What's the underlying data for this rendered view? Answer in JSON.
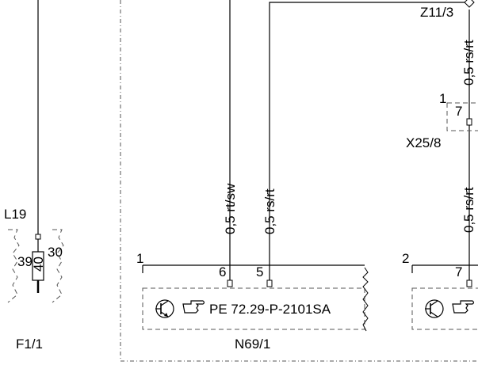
{
  "fuse": {
    "wire_label": "L19",
    "pin_left": "39",
    "pin_right": "30",
    "rating": "40",
    "designation": "F1/1"
  },
  "module": {
    "designation": "N69/1",
    "part_number": "PE 72.29-P-2101SA",
    "block_pin": "1",
    "pin_a": "6",
    "pin_b": "5",
    "wire_a": "0,5 rt/sw",
    "wire_b": "0,5 rs/rt",
    "relay_icon": "hand-pointing-icon",
    "transistor_icon": "transistor-icon"
  },
  "right_module": {
    "block_pin": "2",
    "pin": "7"
  },
  "connector": {
    "designation": "X25/8",
    "pin_outer": "1",
    "pin_inner": "7",
    "wire_top": "0,5 rs/rt",
    "wire_bottom": "0,5 rs/rt"
  },
  "splice": {
    "designation": "Z11/3"
  }
}
